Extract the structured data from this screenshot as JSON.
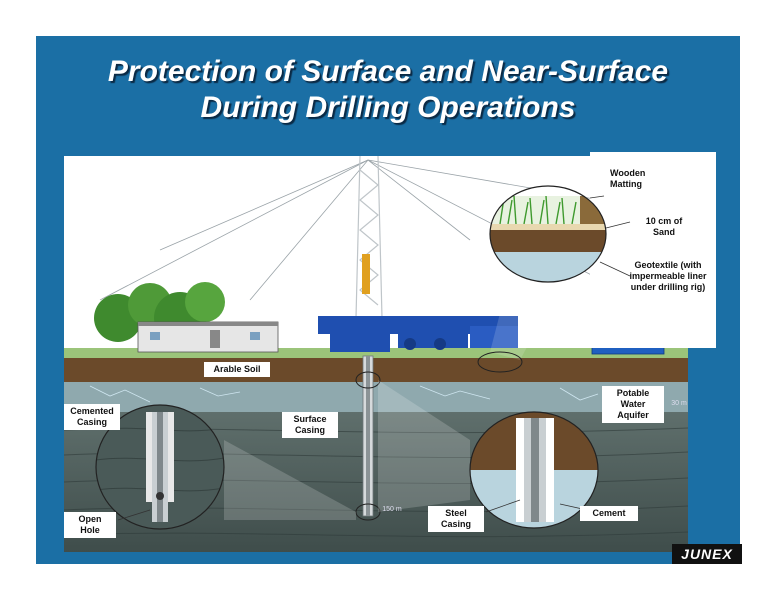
{
  "title": {
    "line1": "Protection of Surface and Near-Surface",
    "line2": "During Drilling Operations"
  },
  "labels": {
    "wooden_matting": "Wooden Matting",
    "sand": "10 cm of Sand",
    "geotextile": "Geotextile (with impermeable liner under drilling rig)",
    "arable_soil": "Arable Soil",
    "potable_water": "Potable Water Aquifer",
    "cemented_casing": "Cemented Casing",
    "surface_casing": "Surface Casing",
    "open_hole": "Open Hole",
    "steel_casing": "Steel Casing",
    "cement": "Cement",
    "depth_30m": "30 m",
    "depth_150m": "150 m"
  },
  "logo": "JUNEX",
  "colors": {
    "slide_blue": "#1b6fa5",
    "sky": "#ffffff",
    "soil": "#6b4a2a",
    "rock": "#4a5a58",
    "aquifer": "#b9d4de",
    "rig_blue": "#1f4fb0"
  }
}
